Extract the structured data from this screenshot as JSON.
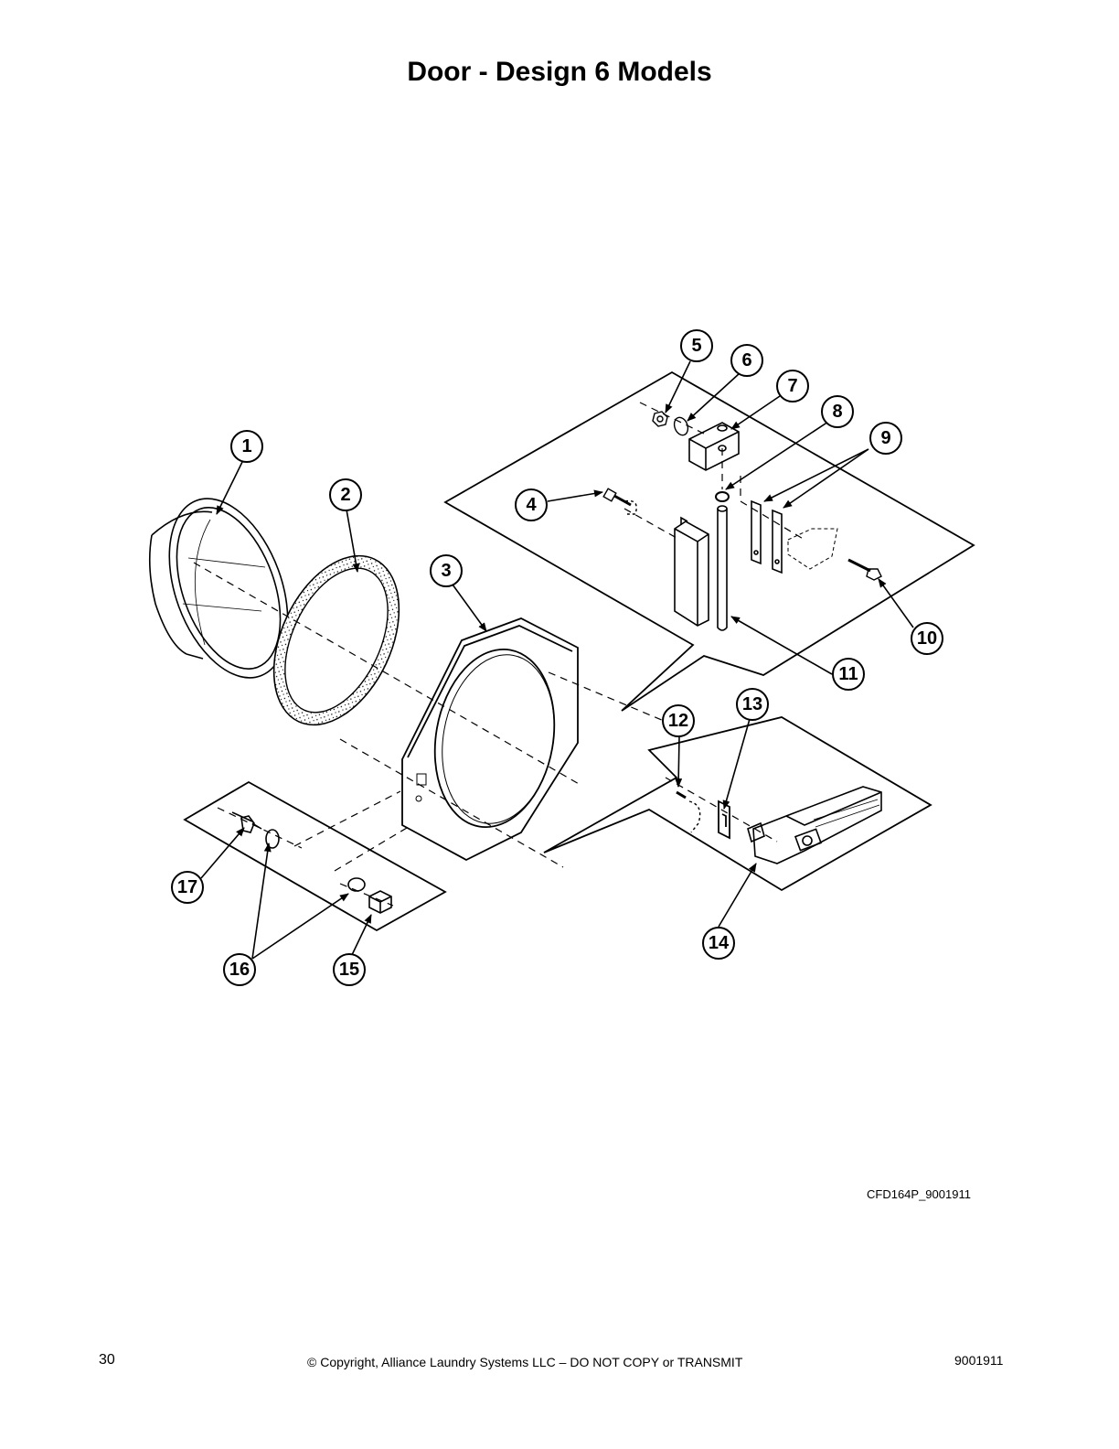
{
  "page": {
    "title": "Door - Design 6 Models",
    "drawing_id": "CFD164P_9001911",
    "page_number": "30",
    "copyright": "© Copyright, Alliance Laundry Systems LLC – DO NOT COPY or TRANSMIT",
    "document_number": "9001911"
  },
  "callouts": [
    "1",
    "2",
    "3",
    "4",
    "5",
    "6",
    "7",
    "8",
    "9",
    "10",
    "11",
    "12",
    "13",
    "14",
    "15",
    "16",
    "17"
  ]
}
